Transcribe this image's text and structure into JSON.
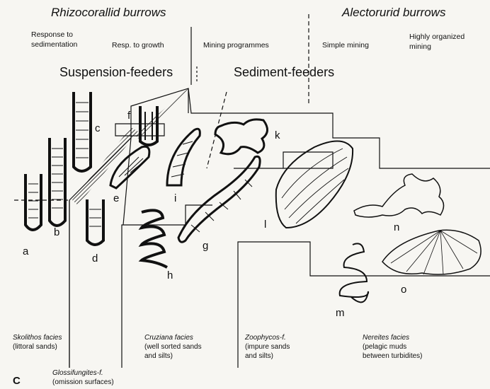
{
  "headers": {
    "rhizocorallid": "Rhizocorallid burrows",
    "alectorurid": "Alectorurid burrows"
  },
  "subheaders": {
    "response_line1": "Response to",
    "response_line2": "sedimentation",
    "resp_growth": "Resp. to growth",
    "mining_programmes": "Mining programmes",
    "simple_mining": "Simple mining",
    "highly_line1": "Highly organized",
    "highly_line2": "mining"
  },
  "groups": {
    "suspension": "Suspension-feeders",
    "sediment": "Sediment-feeders"
  },
  "letters": [
    "a",
    "b",
    "c",
    "d",
    "e",
    "f",
    "g",
    "h",
    "i",
    "k",
    "l",
    "m",
    "n",
    "o"
  ],
  "facies": {
    "skolithos": {
      "name": "Skolithos facies",
      "desc": "(littoral sands)"
    },
    "cruziana": {
      "name": "Cruziana facies",
      "line2": "(well sorted sands",
      "line3": "and silts)"
    },
    "zoophycos": {
      "name": "Zoophycos-f.",
      "line2": "(impure sands",
      "line3": "and silts)"
    },
    "nereites": {
      "name": "Nereites facies",
      "line2": "(pelagic muds",
      "line3": "between turbidites)"
    },
    "glossifungites": {
      "name": "Glossifungites-f.",
      "desc": "(omission surfaces)"
    }
  },
  "panel_label": "C"
}
